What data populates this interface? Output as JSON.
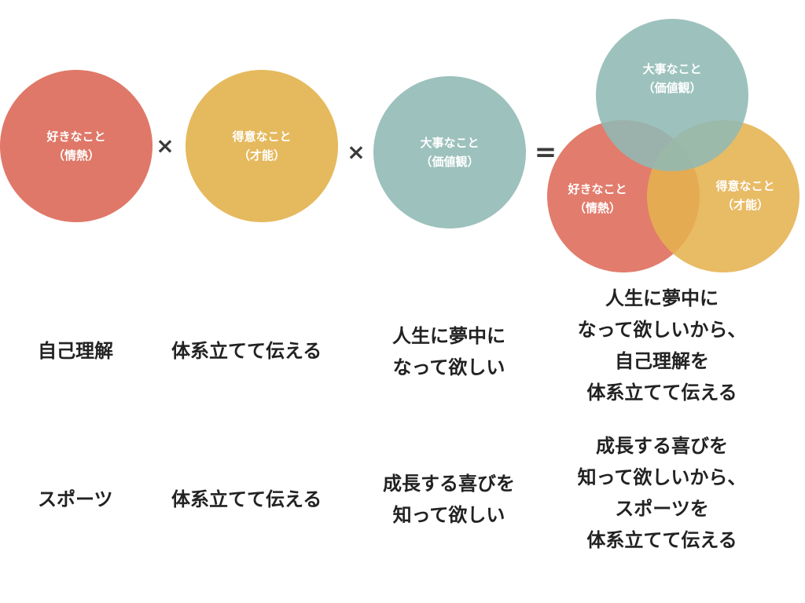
{
  "circles": {
    "like": {
      "title": "好きなこと",
      "sub": "（情熱）",
      "color": "#df7868"
    },
    "good": {
      "title": "得意なこと",
      "sub": "（才能）",
      "color": "#e5b95d"
    },
    "value": {
      "title": "大事なこと",
      "sub": "（価値観）",
      "color": "#9dc1bc"
    }
  },
  "operators": {
    "times": "×",
    "equals": "="
  },
  "rows": [
    {
      "passion": "自己理解",
      "talent": "体系立てて伝える",
      "values": [
        "人生に夢中に",
        "なって欲しい"
      ],
      "result": [
        "人生に夢中に",
        "なって欲しいから、",
        "自己理解を",
        "体系立てて伝える"
      ]
    },
    {
      "passion": "スポーツ",
      "talent": "体系立てて伝える",
      "values": [
        "成長する喜びを",
        "知って欲しい"
      ],
      "result": [
        "成長する喜びを",
        "知って欲しいから、",
        "スポーツを",
        "体系立てて伝える"
      ]
    }
  ]
}
